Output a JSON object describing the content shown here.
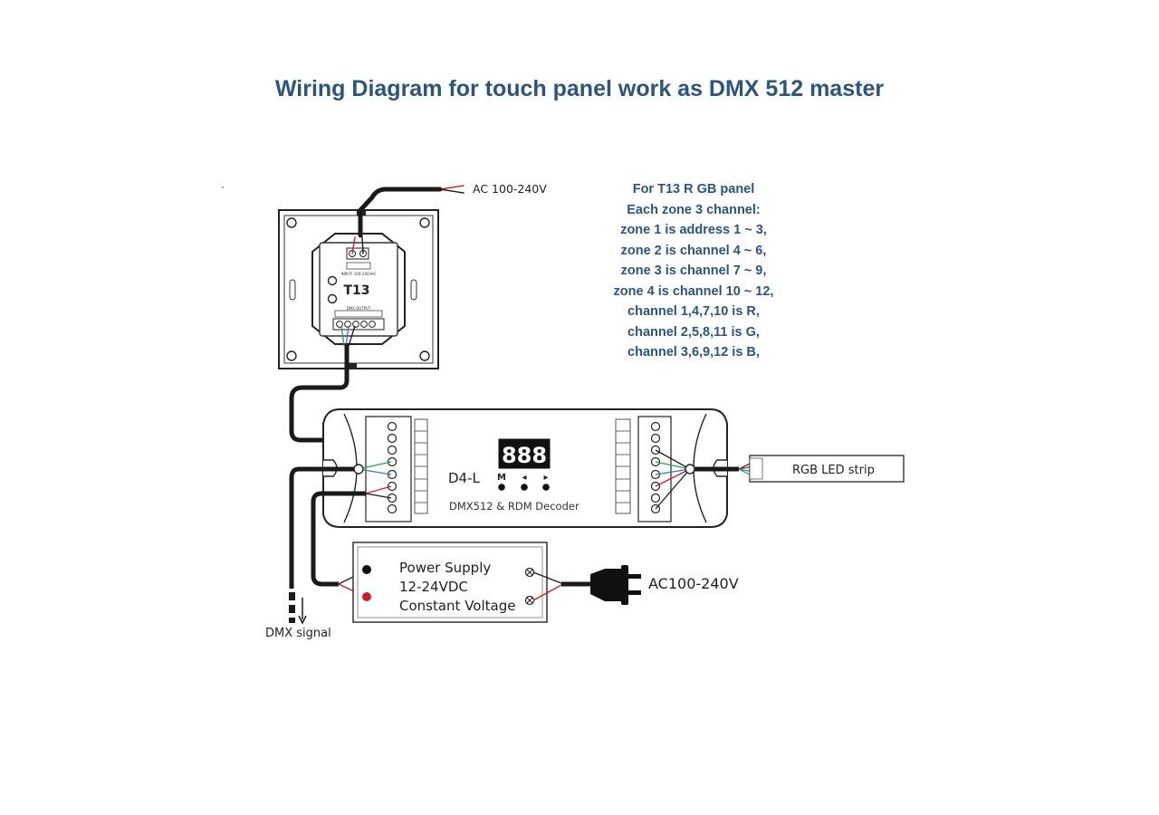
{
  "title": "Wiring Diagram for touch panel work as DMX 512 master",
  "notes": [
    "For T13 R GB panel",
    "Each zone 3 channel:",
    "zone 1 is address 1 ~ 3,",
    "zone 2 is channel 4 ~ 6,",
    "zone 3 is channel 7 ~ 9,",
    "zone 4 is channel 10 ~ 12,",
    "channel 1,4,7,10 is R,",
    "channel 2,5,8,11 is G,",
    "channel 3,6,9,12 is B,"
  ],
  "panel": {
    "model": "T13",
    "input_label": "INPUT: 100-240VAC",
    "output_label": "DMX OUTPUT",
    "ac_label": "AC 100-240V"
  },
  "decoder": {
    "model": "D4-L",
    "description": "DMX512 & RDM Decoder",
    "display": "888",
    "buttons": [
      "M",
      "◂",
      "▸"
    ]
  },
  "power_supply": {
    "lines": [
      "Power Supply",
      "12-24VDC",
      "Constant Voltage"
    ],
    "ac_label": "AC100-240V"
  },
  "led_strip_label": "RGB LED strip",
  "dmx_signal_label": "DMX signal",
  "colors": {
    "title": "#2b5580",
    "wire": "#1a1a1a",
    "red_wire": "#c8202a",
    "green_wire": "#2e9d5a",
    "blue_wire": "#2a7fc1"
  }
}
